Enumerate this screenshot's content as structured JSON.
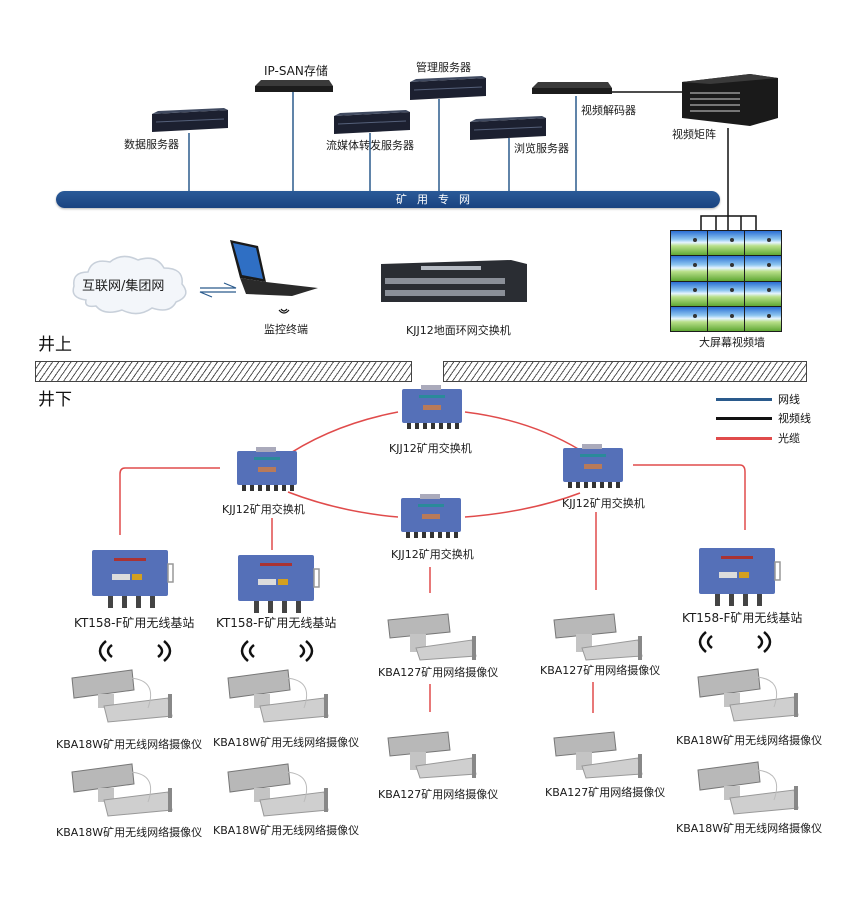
{
  "surface": {
    "servers": [
      {
        "id": "data-server",
        "label": "数据服务器"
      },
      {
        "id": "ip-san-storage",
        "label": "IP-SAN存储"
      },
      {
        "id": "streaming-server",
        "label": "流媒体转发服务器"
      },
      {
        "id": "management-server",
        "label": "管理服务器"
      },
      {
        "id": "browse-server",
        "label": "浏览服务器"
      },
      {
        "id": "video-decoder",
        "label": "视频解码器"
      },
      {
        "id": "video-matrix",
        "label": "视频矩阵"
      }
    ],
    "bus_label": "矿用专网",
    "cloud_label": "互联网/集团网",
    "terminal_label": "监控终端",
    "ground_switch_label": "KJJ12地面环网交换机",
    "video_wall_label": "大屏幕视频墙",
    "video_wall_grid": {
      "rows": 4,
      "cols": 3
    }
  },
  "sections": {
    "above": "井上",
    "below": "井下"
  },
  "legend": [
    {
      "label": "网线",
      "color": "#2a5a8c"
    },
    {
      "label": "视频线",
      "color": "#111111"
    },
    {
      "label": "光缆",
      "color": "#e04b4b"
    }
  ],
  "underground": {
    "switches": [
      {
        "id": "switch-top",
        "label": "KJJ12矿用交换机"
      },
      {
        "id": "switch-left",
        "label": "KJJ12矿用交换机"
      },
      {
        "id": "switch-right",
        "label": "KJJ12矿用交换机"
      },
      {
        "id": "switch-center",
        "label": "KJJ12矿用交换机"
      }
    ],
    "base_stations": [
      {
        "id": "bs-1",
        "label": "KT158-F矿用无线基站"
      },
      {
        "id": "bs-2",
        "label": "KT158-F矿用无线基站"
      },
      {
        "id": "bs-3",
        "label": "KT158-F矿用无线基站"
      }
    ],
    "wireless_cameras": [
      {
        "label": "KBA18W矿用无线网络摄像仪"
      },
      {
        "label": "KBA18W矿用无线网络摄像仪"
      },
      {
        "label": "KBA18W矿用无线网络摄像仪"
      },
      {
        "label": "KBA18W矿用无线网络摄像仪"
      },
      {
        "label": "KBA18W矿用无线网络摄像仪"
      },
      {
        "label": "KBA18W矿用无线网络摄像仪"
      }
    ],
    "network_cameras": [
      {
        "label": "KBA127矿用网络摄像仪"
      },
      {
        "label": "KBA127矿用网络摄像仪"
      },
      {
        "label": "KBA127矿用网络摄像仪"
      },
      {
        "label": "KBA127矿用网络摄像仪"
      }
    ]
  }
}
